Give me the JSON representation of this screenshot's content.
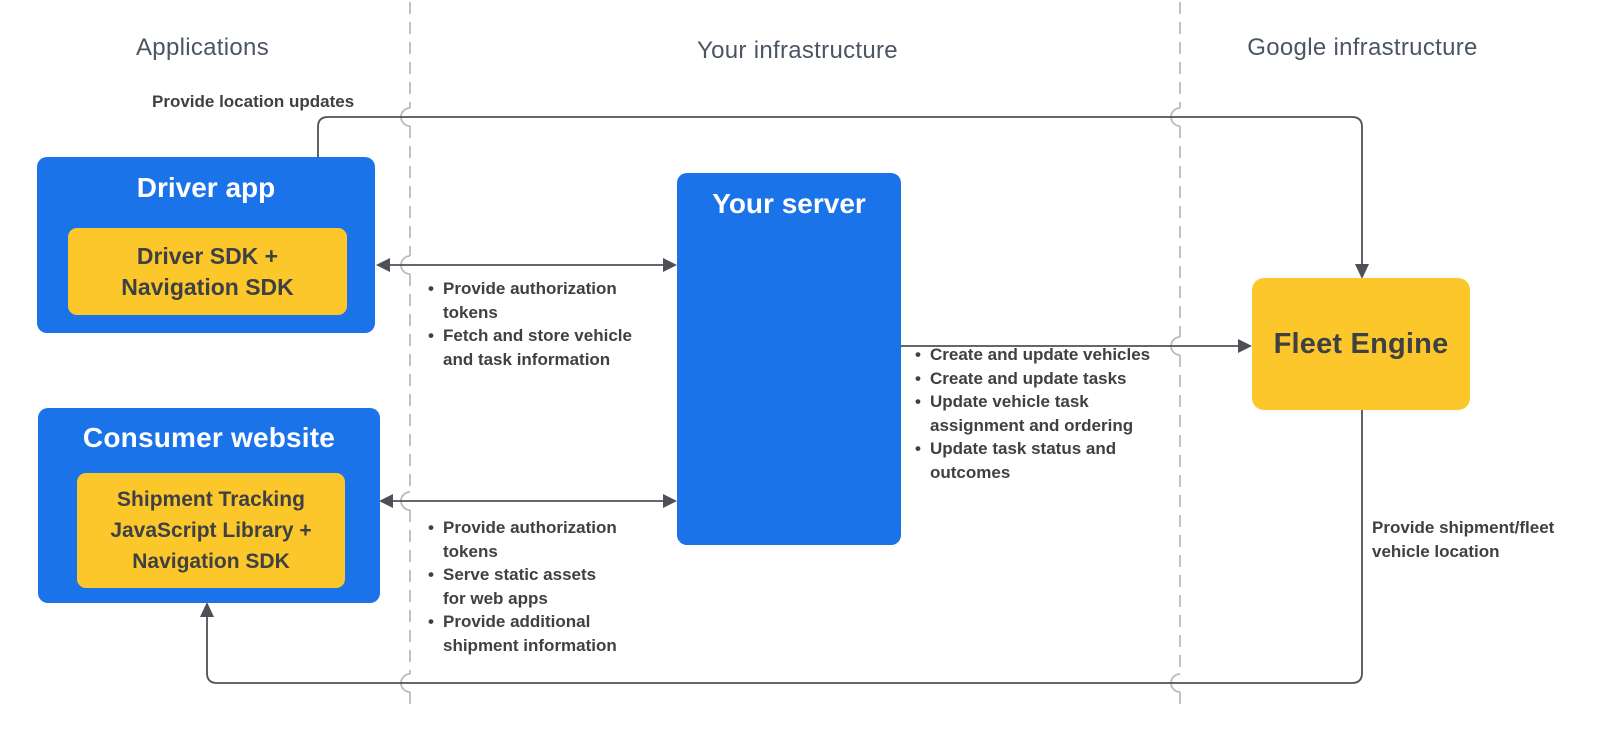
{
  "colors": {
    "blue": "#1a73e8",
    "yellow": "#fcc72b",
    "line": "#4d5157",
    "divider": "#b9bbbe",
    "header-text": "#4b5563",
    "dark-text": "#3e4043",
    "title-on-blue": "#ffffff"
  },
  "bullet_char": "•",
  "headers": {
    "applications": "Applications",
    "your_infrastructure": "Your infrastructure",
    "google_infrastructure": "Google infrastructure"
  },
  "boxes": {
    "driver_app": {
      "title": "Driver app",
      "inner": "Driver SDK +\nNavigation SDK"
    },
    "consumer_website": {
      "title": "Consumer website",
      "inner": "Shipment Tracking\nJavaScript Library +\nNavigation SDK"
    },
    "your_server": {
      "title": "Your server"
    },
    "fleet_engine": {
      "title": "Fleet Engine"
    }
  },
  "edge_labels": {
    "location_updates": "Provide location updates",
    "shipment_location": "Provide shipment/fleet\nvehicle location"
  },
  "bullets": {
    "driver_server": [
      "Provide authorization\ntokens",
      "Fetch and store vehicle\nand task information"
    ],
    "consumer_server": [
      "Provide authorization\ntokens",
      "Serve static assets\nfor web apps",
      "Provide additional\nshipment information"
    ],
    "server_fleet": [
      "Create and update vehicles",
      "Create and update tasks",
      "Update vehicle task\nassignment and ordering",
      "Update task status and\noutcomes"
    ]
  }
}
